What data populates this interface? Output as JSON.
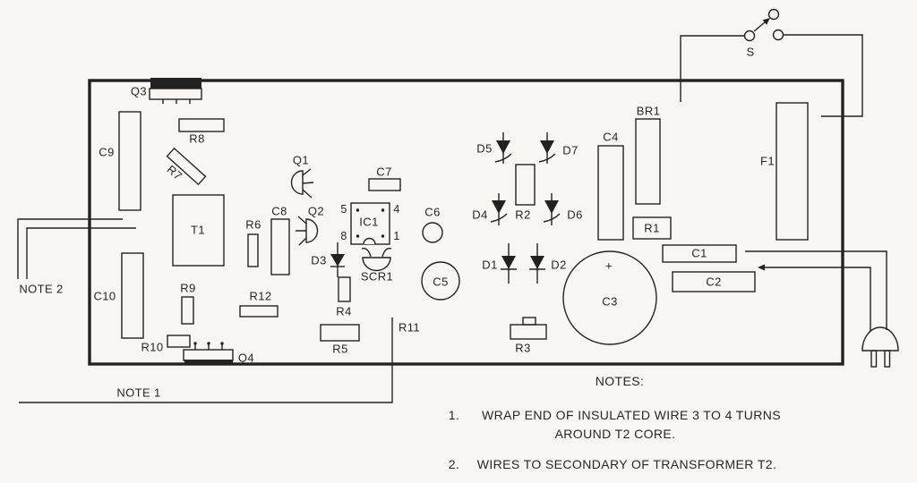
{
  "board": {
    "labels": {
      "Q1": "Q1",
      "Q2": "Q2",
      "Q3": "Q3",
      "Q4": "Q4",
      "R1": "R1",
      "R2": "R2",
      "R3": "R3",
      "R4": "R4",
      "R5": "R5",
      "R6": "R6",
      "R7": "R7",
      "R8": "R8",
      "R9": "R9",
      "R10": "R10",
      "R11": "R11",
      "R12": "R12",
      "C1": "C1",
      "C2": "C2",
      "C3": "C3",
      "C4": "C4",
      "C5": "C5",
      "C6": "C6",
      "C7": "C7",
      "C8": "C8",
      "C9": "C9",
      "C10": "C10",
      "D1": "D1",
      "D2": "D2",
      "D3": "D3",
      "D4": "D4",
      "D5": "D5",
      "D6": "D6",
      "D7": "D7",
      "T1": "T1",
      "IC1": "IC1",
      "SCR1": "SCR1",
      "BR1": "BR1",
      "F1": "F1",
      "S": "S",
      "C3_polarity": "+",
      "NOTE1": "NOTE 1",
      "NOTE2": "NOTE 2"
    },
    "ic1": {
      "pin_top_left": "5",
      "pin_top_right": "4",
      "pin_bottom_left": "8",
      "pin_bottom_right": "1"
    }
  },
  "notes": {
    "heading": "NOTES:",
    "items": [
      {
        "num": "1.",
        "line1": "WRAP END OF INSULATED WIRE 3 TO 4 TURNS",
        "line2": "AROUND T2 CORE."
      },
      {
        "num": "2.",
        "line1": "WIRES TO SECONDARY OF TRANSFORMER T2.",
        "line2": ""
      }
    ]
  },
  "colors": {
    "ink": "#222222",
    "paper": "#f7f6f2"
  }
}
